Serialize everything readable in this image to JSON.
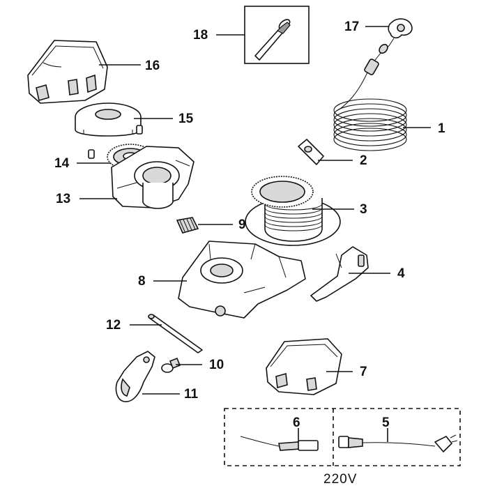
{
  "callouts": {
    "p1": "1",
    "p2": "2",
    "p3": "3",
    "p4": "4",
    "p5": "5",
    "p6": "6",
    "p7": "7",
    "p8": "8",
    "p9": "9",
    "p10": "10",
    "p11": "11",
    "p12": "12",
    "p13": "13",
    "p14": "14",
    "p15": "15",
    "p16": "16",
    "p17": "17",
    "p18": "18"
  },
  "voltage_label": "220V",
  "colors": {
    "line": "#111111",
    "fill": "#ffffff",
    "shade": "#9a9a9a"
  }
}
